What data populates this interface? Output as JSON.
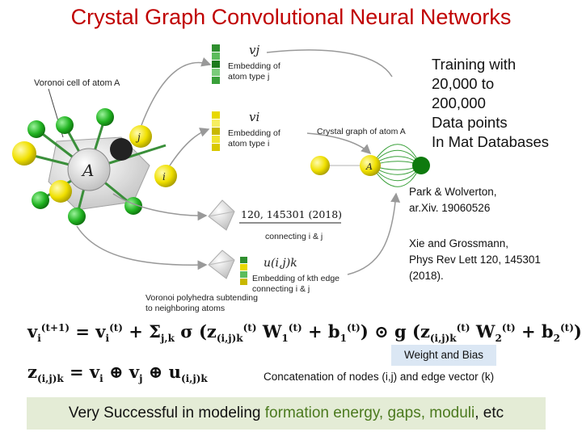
{
  "title": "Crystal Graph Convolutional Neural Networks",
  "diagram": {
    "voronoi_label": "Voronoi cell of atom A",
    "atom_a": "A",
    "atom_j": "j",
    "atom_i": "i",
    "vj_symbol": "vj",
    "vj_caption_1": "Embedding of",
    "vj_caption_2": "atom type j",
    "vi_symbol": "vi",
    "vi_caption_1": "Embedding of",
    "vi_caption_2": "atom type i",
    "crystal_graph_label": "Crystal graph of atom A",
    "edge_symbol": "u(i,j)k",
    "edge_caption_1": "Embedding of kth edge",
    "edge_caption_2": "connecting i & j",
    "polyhedra_caption_1": "Voronoi polyhedra subtending",
    "polyhedra_caption_2": "to neighboring atoms",
    "overlay_ref": "120, 145301 (2018)",
    "overlay_connecting": "connecting i & j"
  },
  "training_lines": [
    "Training with",
    "20,000 to",
    "200,000",
    "Data points",
    "In Mat Databases"
  ],
  "references": {
    "ref1_line1": "Park & Wolverton,",
    "ref1_line2": "ar.Xiv. 19060526",
    "ref2_line1": "Xie and Grossmann,",
    "ref2_line2": "Phys Rev Lett 120, 145301",
    "ref2_line3": "(2018)."
  },
  "equations": {
    "update": "v_i^(t+1) = v_i^(t) + Σ_j,k σ(z_(i,j)k^(t) W_1^(t) + b_1^(t)) ⊙ g(z_(i,j)k^(t) W_2^(t) + b_2^(t))",
    "concat": "z_(i,j)k = v_i ⊕ v_j ⊕ u_(i,j)k"
  },
  "weight_bias_label": "Weight and Bias",
  "concat_label": "Concatenation of nodes (i,j) and edge vector (k)",
  "banner": {
    "prefix": "Very Successful in modeling ",
    "highlight": "formation energy, gaps, moduli",
    "suffix": ", etc"
  },
  "colors": {
    "title": "#c00000",
    "green_atom": "#22b422",
    "yellow_atom": "#f0e000",
    "highlight_text": "#4c7a1f",
    "banner_bg": "#e4ecd6",
    "label_bg": "#dbe7f4"
  }
}
